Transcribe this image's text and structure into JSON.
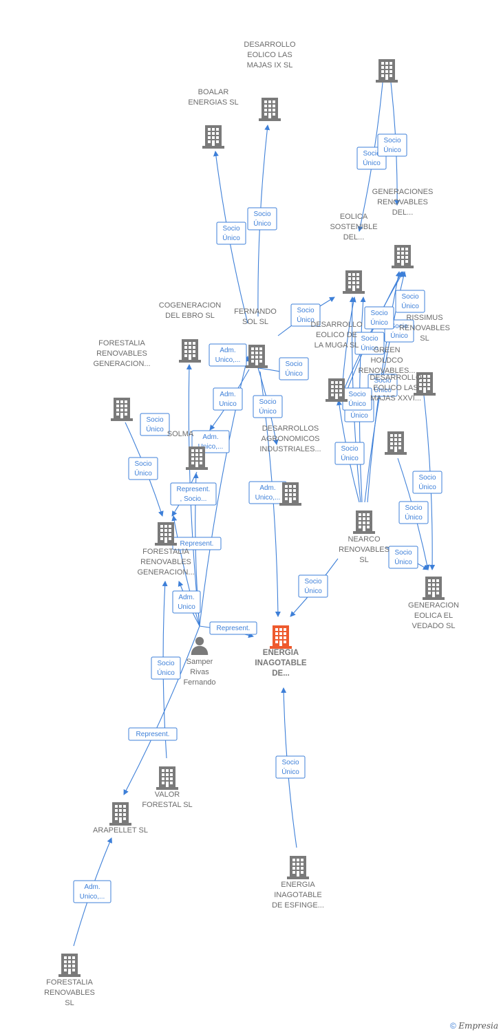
{
  "colors": {
    "edge": "#3d7fd8",
    "company": "#7a7a7a",
    "focus": "#ee5a2e",
    "person": "#7a7a7a"
  },
  "footer": {
    "copyright": "©",
    "brand": "Empresia"
  },
  "nodes": [
    {
      "id": "green",
      "kind": "company",
      "lines": [
        "GREEN",
        "HOLDCO",
        "RENOVABLES..."
      ]
    },
    {
      "id": "deslmix",
      "kind": "company",
      "lines": [
        "DESARROLLO",
        "EOLICO LAS",
        "MAJAS IX  SL"
      ]
    },
    {
      "id": "boalar",
      "kind": "company",
      "lines": [
        "BOALAR",
        "ENERGIAS  SL"
      ]
    },
    {
      "id": "genren",
      "kind": "company",
      "lines": [
        "GENERACIONES",
        "RENOVABLES",
        "DEL..."
      ]
    },
    {
      "id": "eolica",
      "kind": "company",
      "lines": [
        "EOLICA",
        "SOSTENIBLE",
        "DEL..."
      ]
    },
    {
      "id": "cogen",
      "kind": "company",
      "lines": [
        "COGENERACION",
        "DEL EBRO  SL"
      ]
    },
    {
      "id": "fernando",
      "kind": "company",
      "lines": [
        "FERNANDO",
        "SOL SL"
      ]
    },
    {
      "id": "muga",
      "kind": "company",
      "lines": [
        "DESARROLLO",
        "EOLICO DE",
        "LA MUGA SL"
      ]
    },
    {
      "id": "rissimus",
      "kind": "company",
      "lines": [
        "RISSIMUS",
        "RENOVABLES",
        "SL"
      ]
    },
    {
      "id": "frgen1",
      "kind": "company",
      "lines": [
        "FORESTALIA",
        "RENOVABLES",
        "GENERACION..."
      ]
    },
    {
      "id": "solma",
      "kind": "company",
      "lines": [
        "SOLMA"
      ]
    },
    {
      "id": "majasxxvi",
      "kind": "company",
      "lines": [
        "DESARROLLO",
        "EOLICO LAS",
        "MAJAS XXVI..."
      ]
    },
    {
      "id": "desagro",
      "kind": "company",
      "lines": [
        "DESARROLLOS",
        "AGRONOMICOS",
        "INDUSTRIALES..."
      ]
    },
    {
      "id": "nearco",
      "kind": "company",
      "lines": [
        "NEARCO",
        "RENOVABLES",
        "SL"
      ]
    },
    {
      "id": "frgen2",
      "kind": "company",
      "lines": [
        "FORESTALIA",
        "RENOVABLES",
        "GENERACION..."
      ]
    },
    {
      "id": "vedado",
      "kind": "company",
      "lines": [
        "GENERACION",
        "EOLICA EL",
        "VEDADO SL"
      ]
    },
    {
      "id": "energia",
      "kind": "focus",
      "lines": [
        "ENERGIA",
        "INAGOTABLE",
        "DE..."
      ]
    },
    {
      "id": "samper",
      "kind": "person",
      "lines": [
        "Samper",
        "Rivas",
        "Fernando"
      ]
    },
    {
      "id": "valor",
      "kind": "company",
      "lines": [
        "VALOR",
        "FORESTAL SL"
      ]
    },
    {
      "id": "arapellet",
      "kind": "company",
      "lines": [
        "ARAPELLET  SL"
      ]
    },
    {
      "id": "esfinge",
      "kind": "company",
      "lines": [
        "ENERGIA",
        "INAGOTABLE",
        "DE ESFINGE..."
      ]
    },
    {
      "id": "frsl",
      "kind": "company",
      "lines": [
        "FORESTALIA",
        "RENOVABLES",
        "SL"
      ]
    }
  ],
  "edges": [
    {
      "from": "green",
      "to": "eolica",
      "lines": [
        "Socio",
        "Único"
      ]
    },
    {
      "from": "green",
      "to": "genren",
      "lines": [
        "Socio",
        "Único"
      ]
    },
    {
      "from": "fernando",
      "to": "boalar",
      "lines": [
        "Socio",
        "Único"
      ]
    },
    {
      "from": "fernando",
      "to": "deslmix",
      "lines": [
        "Socio",
        "Único"
      ]
    },
    {
      "from": "fernando",
      "to": "eolica",
      "lines": [
        "Socio",
        "Único"
      ]
    },
    {
      "from": "fernando",
      "to": "muga",
      "lines": [
        "Socio",
        "Único"
      ]
    },
    {
      "from": "fernando",
      "to": "desagro",
      "lines": [
        "Socio",
        "Único"
      ]
    },
    {
      "from": "fernando",
      "to": "energia",
      "lines": [
        "Adm.",
        "Unico,..."
      ]
    },
    {
      "from": "fernando",
      "to": "solma",
      "lines": [
        "Adm.",
        "Unico"
      ]
    },
    {
      "from": "samper",
      "to": "fernando",
      "lines": [
        "Adm.",
        "Unico,..."
      ]
    },
    {
      "from": "samper",
      "to": "solma",
      "lines": [
        "Adm.",
        "Unico,..."
      ]
    },
    {
      "from": "samper",
      "to": "cogen",
      "lines": [
        "Represent.",
        ", Socio..."
      ]
    },
    {
      "from": "samper",
      "to": "frgen2",
      "lines": [
        "Represent."
      ]
    },
    {
      "from": "samper",
      "to": "frgen2",
      "lines": [
        "Adm.",
        "Unico"
      ]
    },
    {
      "from": "samper",
      "to": "energia",
      "lines": [
        "Represent."
      ]
    },
    {
      "from": "samper",
      "to": "arapellet",
      "lines": [
        "Represent."
      ]
    },
    {
      "from": "frgen1",
      "to": "frgen2",
      "lines": [
        "Socio",
        "Único"
      ]
    },
    {
      "from": "solma",
      "to": "frgen2",
      "lines": [
        "Socio",
        "Único"
      ]
    },
    {
      "from": "valor",
      "to": "frgen2",
      "lines": [
        "Socio",
        "Único"
      ]
    },
    {
      "from": "nearco",
      "to": "energia",
      "lines": [
        "Socio",
        "Único"
      ]
    },
    {
      "from": "nearco",
      "to": "muga",
      "lines": [
        "Socio",
        "Único"
      ]
    },
    {
      "from": "nearco",
      "to": "eolica",
      "lines": [
        "Socio",
        "Único"
      ]
    },
    {
      "from": "nearco",
      "to": "eolica",
      "lines": [
        "Socio",
        "Único"
      ]
    },
    {
      "from": "nearco",
      "to": "genren",
      "lines": [
        "Socio",
        "Único"
      ]
    },
    {
      "from": "nearco",
      "to": "genren",
      "lines": [
        "Socio",
        "Único"
      ]
    },
    {
      "from": "muga",
      "to": "eolica",
      "lines": [
        "Socio",
        "Único"
      ]
    },
    {
      "from": "muga",
      "to": "genren",
      "lines": [
        "Socio",
        "Único"
      ]
    },
    {
      "from": "muga",
      "to": "genren",
      "lines": [
        "Socio",
        "Único"
      ]
    },
    {
      "from": "rissimus",
      "to": "vedado",
      "lines": [
        "Socio",
        "Único"
      ]
    },
    {
      "from": "majasxxvi",
      "to": "vedado",
      "lines": [
        "Socio",
        "Único"
      ]
    },
    {
      "from": "nearco",
      "to": "vedado",
      "lines": [
        "Socio",
        "Único"
      ]
    },
    {
      "from": "esfinge",
      "to": "energia",
      "lines": [
        "Socio",
        "Único"
      ]
    },
    {
      "from": "frsl",
      "to": "arapellet",
      "lines": [
        "Adm.",
        "Unico,..."
      ]
    }
  ]
}
